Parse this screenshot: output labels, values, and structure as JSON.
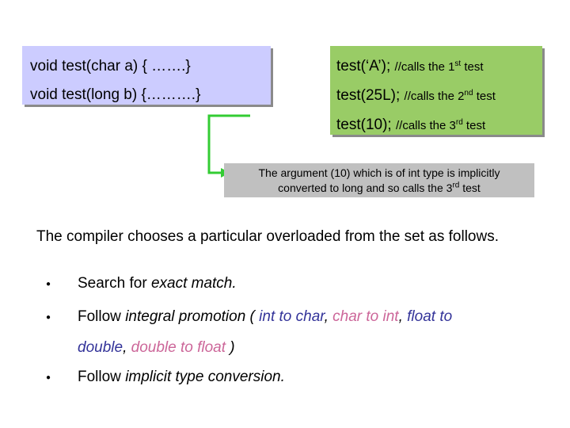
{
  "code_left": {
    "line1": "void test(char a) { …….}",
    "line2": "void test(long b) {……….}"
  },
  "code_right": {
    "line1_code": "test(‘A’);",
    "line1_comment_pre": "//calls the 1",
    "line1_sup": "st",
    "line1_comment_post": " test",
    "line2_code": "test(25L);",
    "line2_comment_pre": "//calls the 2",
    "line2_sup": "nd",
    "line2_comment_post": " test",
    "line3_code": "test(10);",
    "line3_comment_pre": "//calls the 3",
    "line3_sup": "rd",
    "line3_comment_post": " test"
  },
  "note": {
    "line1": "The argument (10) which is of int type is implicitly",
    "line2_pre": "converted to long and so calls the 3",
    "line2_sup": "rd",
    "line2_post": " test"
  },
  "intro": "The compiler chooses a particular overloaded from the set as follows.",
  "bullets": {
    "b1_pre": "Search for ",
    "b1_em": "exact match.",
    "b2_pre": "Follow ",
    "b2_em": "integral promotion",
    "b2_open": " ( ",
    "b2_p1": "int to char",
    "b2_sep1": ", ",
    "b2_p2": "char to int",
    "b2_sep2": ", ",
    "b2_p3": "float to",
    "b2_p3b": "double",
    "b2_sep3": ", ",
    "b2_p4": "double to float",
    "b2_close": " )",
    "b3_pre": "Follow ",
    "b3_em": "implicit type conversion."
  },
  "colors": {
    "code_left_bg": "#ccccff",
    "code_right_bg": "#99cc66",
    "note_bg": "#c0c0c0",
    "arrow": "#33cc33",
    "navy": "#333399",
    "pink": "#cc6699"
  },
  "icons": {
    "bullet": "filled-circle-icon"
  }
}
